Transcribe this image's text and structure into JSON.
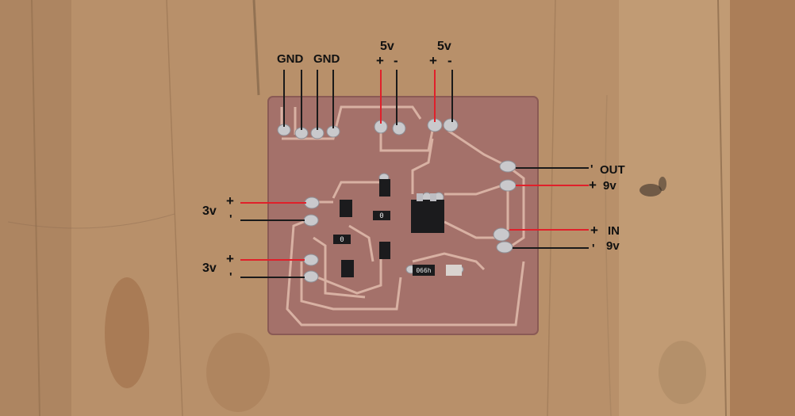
{
  "image": {
    "subject": "wood",
    "colors": {
      "wood": "#b8906a",
      "board": "#a4716a",
      "trace": "#d8b1a3",
      "solder": "#c9c9cc",
      "wire_positive": "#e0202a",
      "wire_negative": "#1a1a1a",
      "chip": "#1b1b1d"
    }
  },
  "labels": {
    "gnd_1": "GND",
    "gnd_2": "GND",
    "five_v_1": "5v",
    "five_v_2": "5v",
    "plus_1": "+",
    "minus_1": "-",
    "plus_2": "+",
    "minus_2": "-",
    "out_tick": "'",
    "out": "OUT",
    "out_plus": "+",
    "out_9v": "9v",
    "in_plus": "+",
    "in": "IN",
    "in_tick": "'",
    "in_9v": "9v",
    "left_3v_1": "3v",
    "left_plus_1": "+",
    "left_tick_1": "'",
    "left_3v_2": "3v",
    "left_plus_2": "+",
    "left_tick_2": "'",
    "resistor_0_a": "0",
    "resistor_0_b": "0",
    "resistor_066": "066h"
  }
}
